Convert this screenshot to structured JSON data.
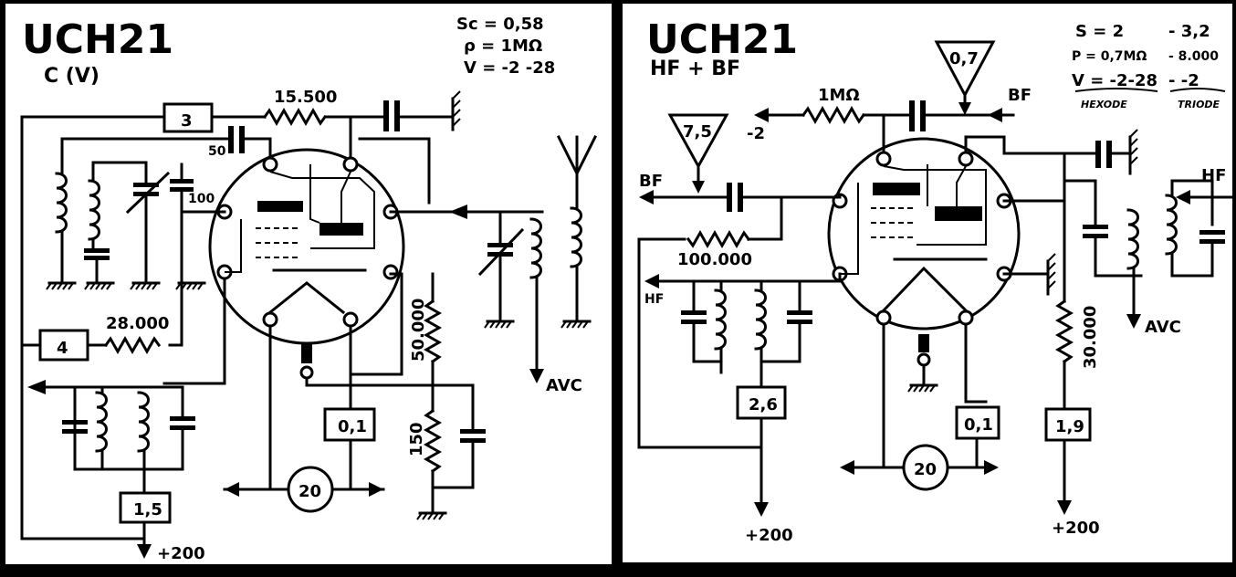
{
  "left_panel": {
    "title": "UCH21",
    "subtitle": "C (V)",
    "params": [
      "Sc = 0,58",
      "ρ = 1MΩ",
      "V = -2 -28"
    ],
    "resistors": {
      "r1": "15.500",
      "r2": "28.000",
      "r3": "50.000",
      "r4": "150"
    },
    "capacitors": {
      "c1": "50",
      "c2": "100"
    },
    "boxes": {
      "b3": "3",
      "b4": "4",
      "b15": "1,5",
      "b01": "0,1"
    },
    "circle": "20",
    "avc": "AVC",
    "supply": "+200"
  },
  "right_panel": {
    "title": "UCH21",
    "subtitle": "HF + BF",
    "params": {
      "s_hex": "S = 2",
      "s_tri": "- 3,2",
      "p_hex": "P = 0,7MΩ",
      "p_tri": "- 8.000",
      "v_hex": "V = -2-28",
      "v_tri": "- -2",
      "hexode": "HEXODE",
      "triode": "TRIODE"
    },
    "resistors": {
      "r1": "1MΩ",
      "r2": "100.000",
      "r3": "30.000"
    },
    "bias": "-2",
    "triangles": {
      "t1": "7,5",
      "t2": "0,7"
    },
    "labels": {
      "bf_in": "BF",
      "bf_out": "BF",
      "hf_in": "HF",
      "hf_out": "HF",
      "avc": "AVC"
    },
    "boxes": {
      "b26": "2,6",
      "b01": "0,1",
      "b19": "1,9"
    },
    "circle": "20",
    "supply_left": "+200",
    "supply_right": "+200"
  }
}
